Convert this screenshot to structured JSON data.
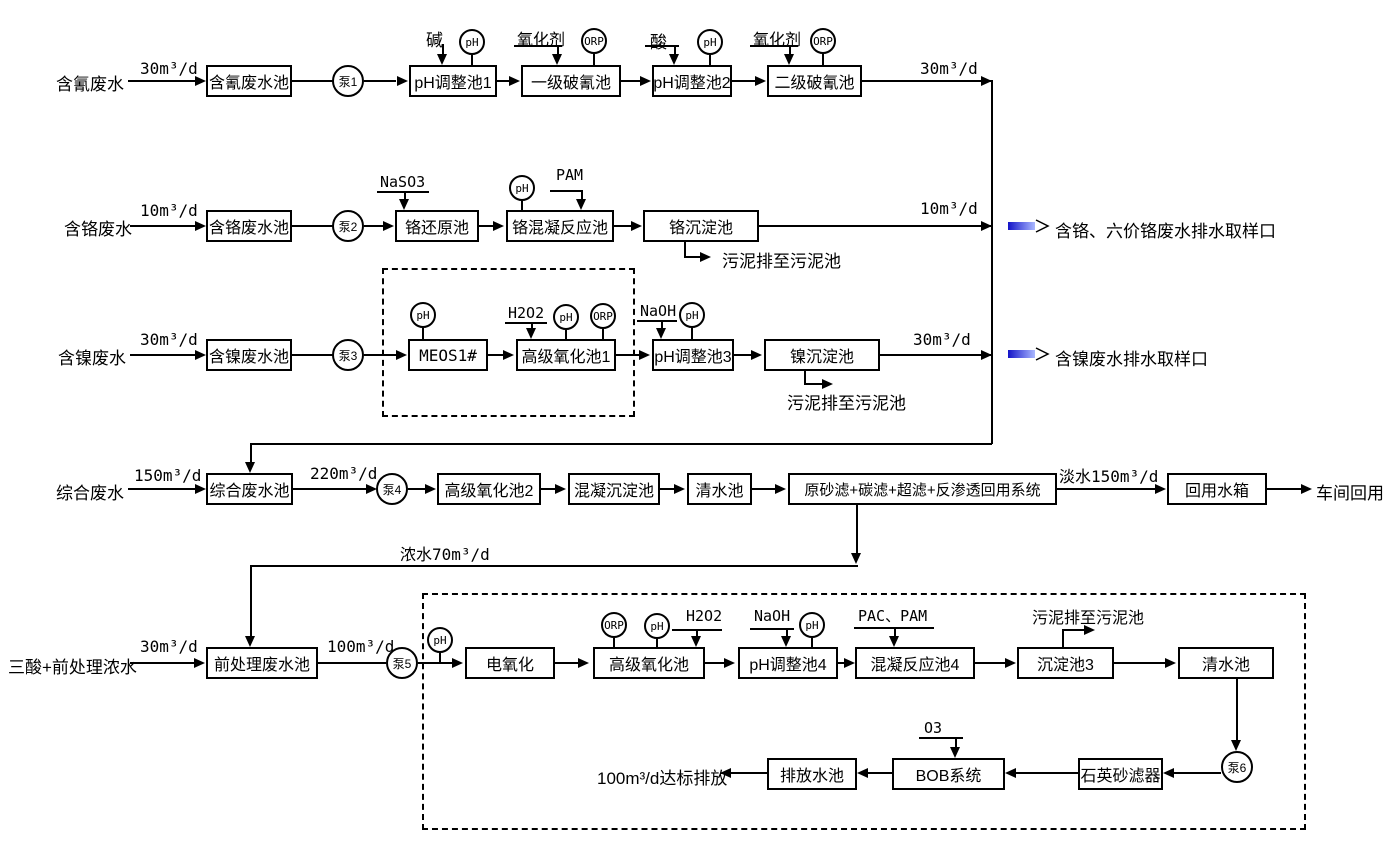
{
  "meters": {
    "ph": "pH",
    "orp": "ORP"
  },
  "pumps": {
    "p1": "泵1",
    "p2": "泵2",
    "p3": "泵3",
    "p4": "泵4",
    "p5": "泵5",
    "p6": "泵6"
  },
  "chemicals": {
    "alkali": "碱",
    "oxidant": "氧化剂",
    "acid": "酸",
    "naso3": "NaSO3",
    "pam": "PAM",
    "h2o2": "H2O2",
    "naoh": "NaOH",
    "pac_pam": "PAC、PAM",
    "o3": "O3"
  },
  "rows": {
    "cyanide": {
      "source": "含氰废水",
      "inflow": "30m³/d",
      "tank": "含氰废水池",
      "ph_adjust_1": "pH调整池1",
      "break_1": "一级破氰池",
      "ph_adjust_2": "pH调整池2",
      "break_2": "二级破氰池",
      "outflow": "30m³/d"
    },
    "chrome": {
      "source": "含铬废水",
      "inflow": "10m³/d",
      "tank": "含铬废水池",
      "reduction": "铬还原池",
      "coagulation": "铬混凝反应池",
      "sedimentation": "铬沉淀池",
      "outflow": "10m³/d",
      "sludge": "污泥排至污泥池",
      "sampling": "含铬、六价铬废水排水取样口"
    },
    "nickel": {
      "source": "含镍废水",
      "inflow": "30m³/d",
      "tank": "含镍废水池",
      "meos": "MEOS1#",
      "oxidation": "高级氧化池1",
      "ph_adjust": "pH调整池3",
      "sedimentation": "镍沉淀池",
      "outflow": "30m³/d",
      "sludge": "污泥排至污泥池",
      "sampling": "含镍废水排水取样口"
    },
    "comprehensive": {
      "source": "综合废水",
      "inflow": "150m³/d",
      "tank": "综合废水池",
      "pump_flow": "220m³/d",
      "oxidation": "高级氧化池2",
      "coag_sed": "混凝沉淀池",
      "clear": "清水池",
      "ro_system": "原砂滤+碳滤+超滤+反渗透回用系统",
      "fresh_out": "淡水150m³/d",
      "reuse_tank": "回用水箱",
      "workshop_reuse": "车间回用",
      "concentrate": "浓水70m³/d"
    },
    "pretreat": {
      "source": "三酸+前处理浓水",
      "inflow": "30m³/d",
      "tank": "前处理废水池",
      "pump_flow": "100m³/d",
      "electro": "电氧化",
      "oxidation": "高级氧化池",
      "ph_adjust": "pH调整池4",
      "coagulation": "混凝反应池4",
      "sedimentation": "沉淀池3",
      "sludge": "污泥排至污泥池",
      "clear": "清水池",
      "quartz": "石英砂滤器",
      "bob": "BOB系统",
      "discharge_tank": "排放水池",
      "discharge": "100m³/d达标排放"
    }
  }
}
